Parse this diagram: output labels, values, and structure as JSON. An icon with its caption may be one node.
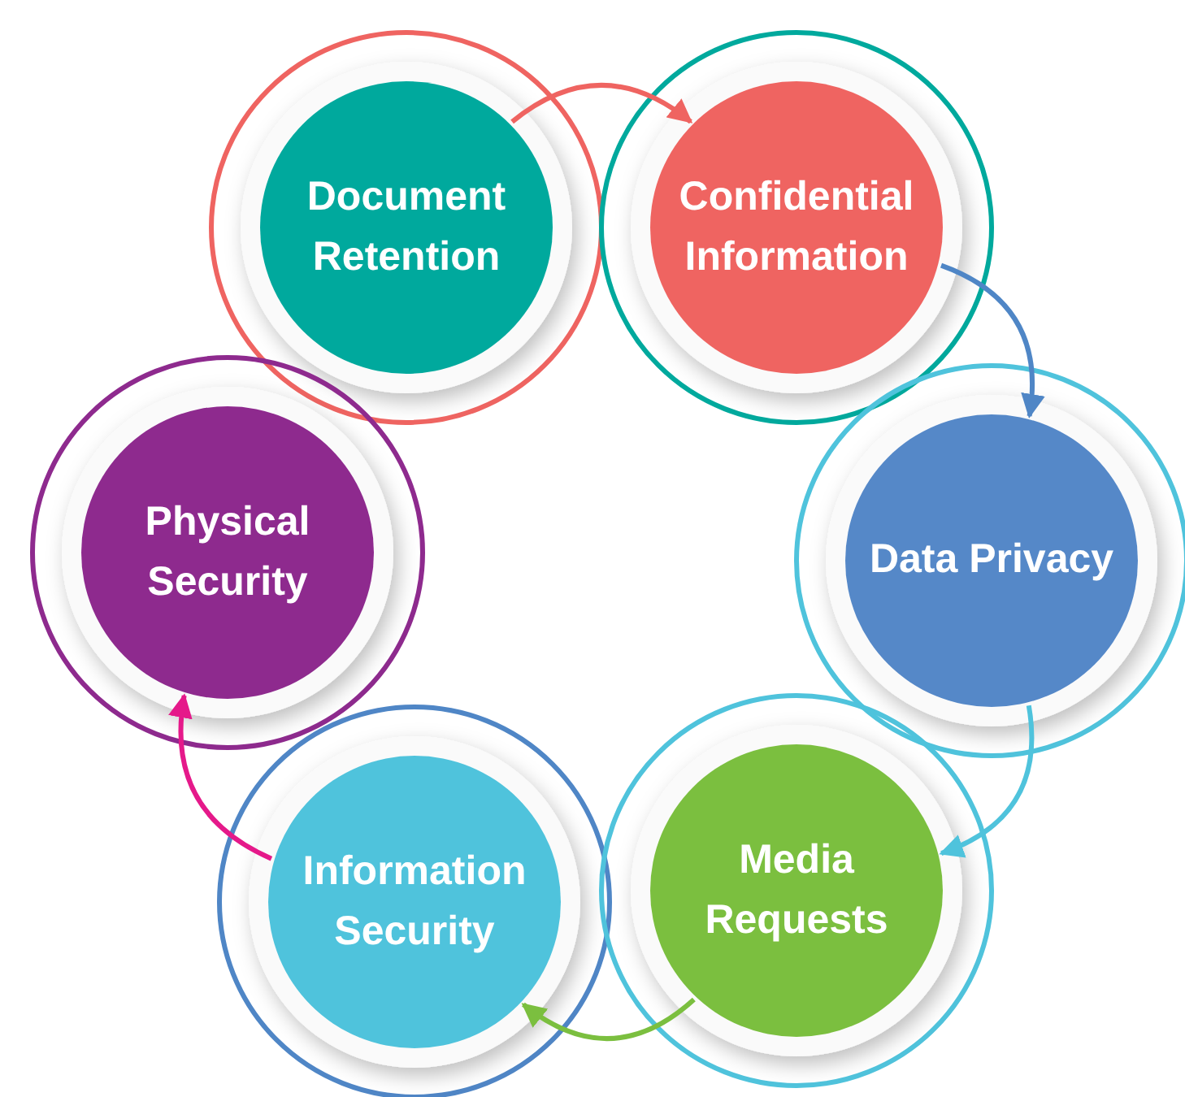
{
  "diagram": {
    "nodes": [
      {
        "text": [
          "Document Retention"
        ]
      },
      {
        "text": [
          "Confidential Information"
        ]
      },
      {
        "text": [
          "Physical Security"
        ]
      },
      {
        "text": [
          "Data Privacy"
        ]
      },
      {
        "text": [
          "Information Security"
        ]
      },
      {
        "text": [
          "Media Requests"
        ]
      }
    ],
    "edges": [
      {
        "from": 0,
        "to": 1,
        "arrow": "to",
        "color": "#ef6461"
      },
      {
        "from": 1,
        "to": 3,
        "arrow": "to",
        "color": "#4f86c6"
      },
      {
        "from": 3,
        "to": 5,
        "arrow": "to",
        "color": "#4fc3dc"
      },
      {
        "from": 5,
        "to": 4,
        "arrow": "to",
        "color": "#7bbf3f"
      },
      {
        "from": 4,
        "to": 2,
        "arrow": "to",
        "color": "#e5198a"
      }
    ]
  }
}
